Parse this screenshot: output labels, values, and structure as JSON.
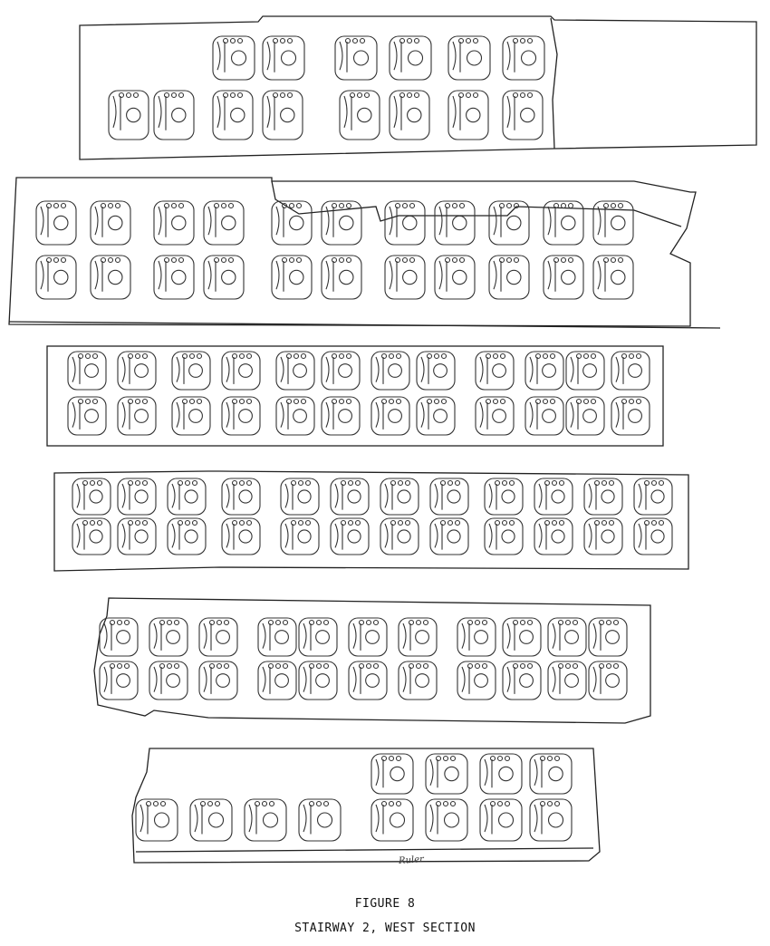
{
  "figure": {
    "title": "FIGURE 8",
    "subtitle": "STAIRWAY 2, WEST SECTION",
    "handwritten_note": "Ruler",
    "panel_count": 6
  }
}
